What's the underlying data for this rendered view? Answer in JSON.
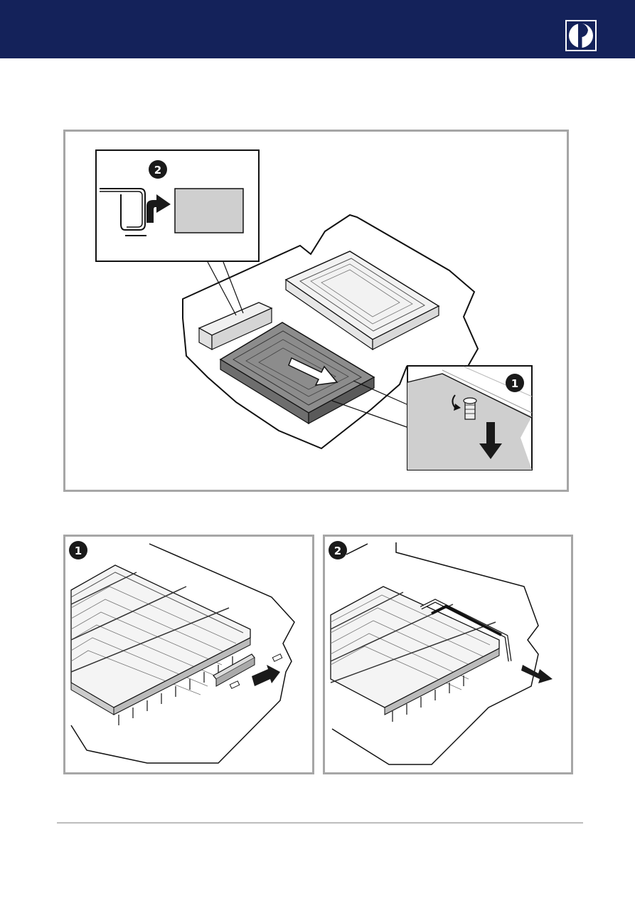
{
  "colors": {
    "header_bg": "#14225a",
    "panel_border": "#a6a6a6",
    "badge_bg": "#1a1a1a",
    "inset_gray": "#cfcfcf",
    "footer_line": "#bdbdbd"
  },
  "header": {
    "logo_icon": "electrolux-logo-icon"
  },
  "main_figure": {
    "inset_top_badge": "2",
    "inset_bottom_badge": "1"
  },
  "step_panels": [
    {
      "badge": "1"
    },
    {
      "badge": "2"
    }
  ]
}
